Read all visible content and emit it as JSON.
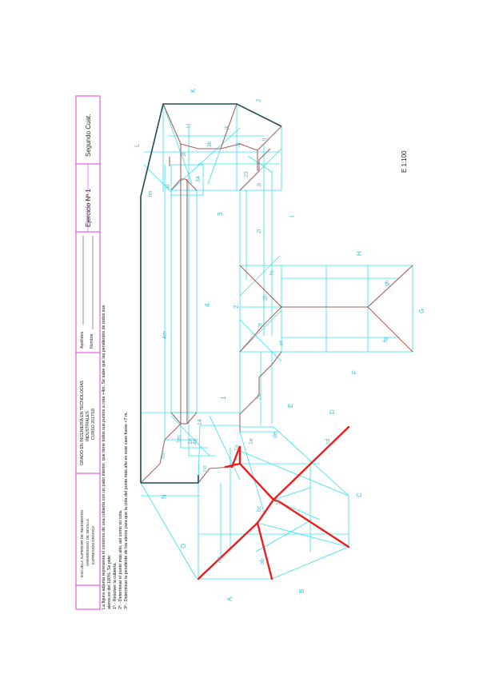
{
  "title_block": {
    "school": [
      "ESCUELA SUPERIOR DE INGENIEROS",
      "UNIVERSIDAD DE SEVILLA",
      "EXPRESIÓN GRÁFICA"
    ],
    "degree": [
      "GRADO EN INGENIERÍA EN TECNOLOGÍAS",
      "INDUSTRIALES",
      "CURSO 2017/18"
    ],
    "apellidos_label": "Apellidos",
    "nombre_label": "Nombre",
    "exercise": "Ejercicio Nº 1",
    "term": "Segundo Cuat."
  },
  "statement": [
    "La figura adjunta representa el contorno de una cubierta con un patio interior, que tiene todos sus puntos a cota +4m. Se sabe que las pendientes de todos sus",
    "aleros es del 100%. Se pide:",
    "1º.- Resolver la cubierta.",
    "2º.- Determinar el punto más alto, así como su cota.",
    "3º.- Determinar la pendiente de los aleros para que la cota del punto más alto en este caso fuese +7 m."
  ],
  "scale": "E 1:100",
  "edge_labels": [
    "A",
    "B",
    "C",
    "D",
    "E",
    "F",
    "G",
    "H",
    "I",
    "J",
    "K",
    "L",
    "N",
    "O"
  ],
  "face_labels": [
    "1",
    "2",
    "3",
    "4",
    "14",
    "23",
    "34"
  ],
  "ridge_labels": [
    "ab",
    "bc",
    "cd",
    "de",
    "ef",
    "fg",
    "gh",
    "hi",
    "ij",
    "jk",
    "kl",
    "lm",
    "mn",
    "no",
    "ao",
    "1e",
    "2e",
    "2f",
    "2h",
    "2i",
    "3i",
    "3j",
    "3k",
    "3l",
    "4l",
    "4m",
    "4n",
    "1m",
    "1n",
    "1d",
    "1o"
  ],
  "colors": {
    "construction": "#33e0ef",
    "solution": "#a8605a",
    "outline": "#1f4d52",
    "highlight": "#ee1c1c",
    "frame": "#e63ad7",
    "label": "#30c6da"
  }
}
